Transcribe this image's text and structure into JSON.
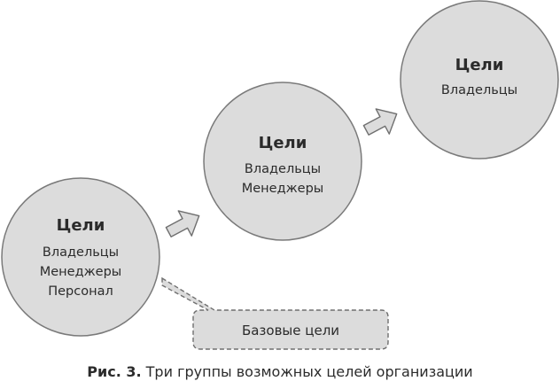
{
  "circles": [
    {
      "title": "Цели",
      "lines": [
        "Владельцы",
        "Менеджеры",
        "Персонал"
      ]
    },
    {
      "title": "Цели",
      "lines": [
        "Владельцы",
        "Менеджеры"
      ]
    },
    {
      "title": "Цели",
      "lines": [
        "Владельцы"
      ]
    }
  ],
  "callout": {
    "text": "Базовые цели"
  },
  "caption": {
    "label": "Рис. 3.",
    "text": "Три группы возможных целей организации"
  },
  "colors": {
    "circle_fill": "#dcdcdc",
    "circle_stroke": "#7a7a7a",
    "text": "#2b2b2b"
  }
}
